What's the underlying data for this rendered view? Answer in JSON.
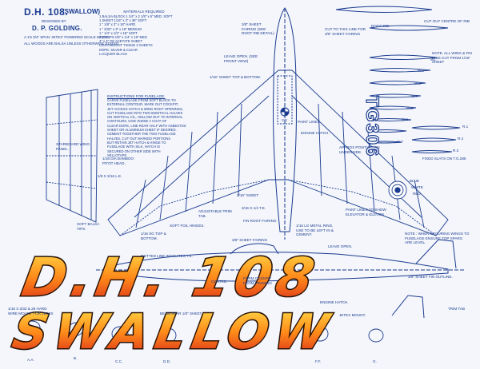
{
  "header": {
    "title": "D.H. 108.",
    "subtitle": "(SWALLOW)",
    "designed_by": "DESIGNED BY",
    "author": "D. P. GOLDING.",
    "spec_line1": "A 1'6 3/4\" SPAN 'JETEX' POWERED SCALE MODEL",
    "spec_line2": "ALL WOODS ARE BALSA UNLESS OTHERWISE STATED"
  },
  "materials": {
    "heading": "MATERIALS REQUIRED",
    "rows": [
      "1 BALSA BLOCK 1 1/4\" x 2 1/8\" x 6\" MED. SOFT",
      "1 SHEET 1/16\" x 3\" x 36\" SOFT",
      "1 \" 1/8\" x 3\" x 18\" HARD",
      "1 \" 3/32\" x 3\" x 18\" MEDIUM",
      "1 \" 1/4\" x 1/2\" x 18\" SOFT",
      "2 STRIPS 1/8\" x 1/4\" x 18\" MED",
      "4\" x 4\" OF ACETATE SHEET",
      "LIGHTWEIGHT TISSUE 2 SHEETS",
      "DOPE, SILVER & CLEAR",
      "LACQUER BLACK"
    ]
  },
  "instructions": {
    "heading": "INSTRUCTIONS FOR FUSELAGE.",
    "rows": [
      "CARVE FUSELAGE FROM SOFT BLOCK TO",
      "EXTERNAL CONTOUR, MARK OUT COCKPIT,",
      "JET ACCESS HATCH & WING ROOT OPENINGS,",
      "CUT FUSELAGE INTO TWO IDENTICAL HALVES",
      "ON VERTICAL C/L, HOLLOW OUT TO INTERNAL",
      "CONTOURS, GIVE INSIDE A COAT OF",
      "CLEAR DOPE, LINE REAR HALF WITH ASBESTOS",
      "SHEET OR ALUMINIUM SHEET IF DESIRED.",
      "CEMENT TOGETHER THE TWO FUSELAGE",
      "HALVES, CUT OUT MARKED PORTIONS",
      "BUT RETAIN JET HATCH & HINGE TO",
      "FUSELAGE WITH SILK, HATCH IS",
      "SECURED ON OTHER SIDE WITH",
      "SELLOTAPE."
    ]
  },
  "labels": {
    "fin_fairing": "3/8\" SHEET FAIRING (SEE ROOT RIB DETAIL)",
    "leave_open": "LEAVE OPEN. (SEE FRONT VIEW)",
    "sheet_top_bottom": "1/16\" SHEET TOP & BOTTOM.",
    "cut_to_line": "CUT TO THIS LINE FOR 3/8\" SHEET FAIRING",
    "root_rib": "ROOT RIB.",
    "cut_centre": "CUT OUT CENTRE OF RIB",
    "note_ribs": "NOTE. ALL WING & FIN RIBS CUT FROM 1/16\" SHEET",
    "starboard": "STARBOARD WING PANEL.",
    "bamboo": "1/16 DIA BAMBOO PITOT HEAD.",
    "le": "1/8 X 3/16 L.E.",
    "paint_lines": "PAINT LINES",
    "engine_hatch": "ENGINE HATCH.",
    "approx_pos": "APPROX POSITION ON UNDERSIDE.",
    "fixed_slats": "FIXED SLATS ON T.G.285",
    "blue": "BLUE",
    "white": "WHITE",
    "red": "RED",
    "cg": "CG",
    "soft_balsa": "SOFT BALSA TIPS.",
    "fin_root": "FIN ROOT FAIRING",
    "sheet_316": "3/16\" SHEET",
    "adjustable_trim": "ADJUSTABLE TRIM TAB.",
    "soft_foil": "SOFT FOIL HINGES.",
    "metal_ring": "1/16 LG METAL RING, USE TO BE LEFT IN & CEMENT.",
    "te": "3/16 X 1/4 T.E.",
    "sg_top": "1/16 SG TOP & BOTTOM.",
    "dotted_line": "DOTTED LINE INDICATES T.E.",
    "fairing_38": "3/8\" SHEET FAIRING",
    "paint_lines_2": "PAINT LINES TO SHOW ELEVATOR & ELEVON",
    "note_securing": "NOTE : WHEN SECURING WINGS TO FUSELAGE ENSURE TOP SPARS ARE LEVEL.",
    "leave_open_2": "LEAVE OPEN.",
    "centre": "CENTRE.",
    "form_cockpit": "FORM COCKPIT FROM FRAMING",
    "beam_spar": "BEAM SPAR 1/8\" SHEET",
    "engine_hatch_2": "ENGINE HATCH.",
    "jetex_mount": "JETEX MOUNT.",
    "sheet_fin": "3/8\" SHEET FIN OUTLINE.",
    "trim_tab": "TRIM TAB",
    "bottom_mount": "1/16 X 3/32 & 28 HARD WIRE MOUNT FOR JETEX",
    "aa": "A.A.",
    "bb": "B.",
    "cc": "C.C.",
    "dd": "D.D.",
    "ff": "F.F.",
    "gg": "G.",
    "rib_w1": "W1",
    "rib_w2": "W.2",
    "rib_w3": "W.3",
    "rib_w4": "W.4",
    "rib_w5": "W.5",
    "rib_w6": "W.6",
    "rib_r1": "R.1",
    "rib_r2": "R.2",
    "rib_r3": "R.3",
    "rib_w7": "W.7"
  },
  "registration": "TG306",
  "overlay": {
    "line1": "D.H. 108",
    "line2": "SWALLOW"
  },
  "colors": {
    "ink": "#1a3b8f",
    "paper": "#f4f6fb",
    "flame_top": "#ffe14a",
    "flame_mid": "#ff8a1a",
    "flame_bottom": "#d6241a"
  }
}
